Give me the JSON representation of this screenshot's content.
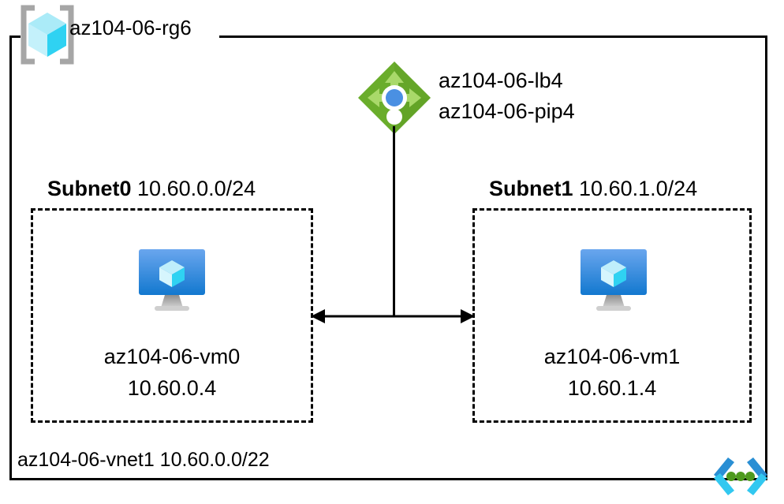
{
  "diagram": {
    "type": "azure-network-architecture",
    "resource_group": {
      "name": "az104-06-rg6",
      "icon": "resource-group-cube-icon"
    },
    "load_balancer": {
      "icon": "load-balancer-icon",
      "name": "az104-06-lb4",
      "public_ip": "az104-06-pip4"
    },
    "vnet": {
      "label": "az104-06-vnet1 10.60.0.0/22",
      "name": "az104-06-vnet1",
      "address_space": "10.60.0.0/22",
      "icon": "virtual-network-icon"
    },
    "subnets": [
      {
        "name": "Subnet0",
        "cidr": "10.60.0.0/24",
        "vm": {
          "icon": "virtual-machine-icon",
          "name": "az104-06-vm0",
          "ip": "10.60.0.4"
        }
      },
      {
        "name": "Subnet1",
        "cidr": "10.60.1.0/24",
        "vm": {
          "icon": "virtual-machine-icon",
          "name": "az104-06-vm1",
          "ip": "10.60.1.4"
        }
      }
    ],
    "connector": {
      "name": "subnet-peer-arrow",
      "style": "double-headed-horizontal-arrow"
    },
    "colors": {
      "load_balancer_green": "#5e9e28",
      "load_balancer_arrow_green": "#a4d65e",
      "load_balancer_dot_blue": "#4a90e2",
      "vm_monitor_blue_top": "#5b9be8",
      "vm_monitor_blue_bottom": "#1a7fd4",
      "vm_stand_gray": "#b3b3b3",
      "cube_cyan_light": "#c8f0fa",
      "cube_cyan_bright": "#32d2f0",
      "bracket_gray": "#a6a6a6",
      "vnet_blue": "#2a8fd4",
      "vnet_cyan": "#32c8f0",
      "vnet_dot_green": "#4e9a1e",
      "line_black": "#000000",
      "background": "#ffffff"
    }
  }
}
